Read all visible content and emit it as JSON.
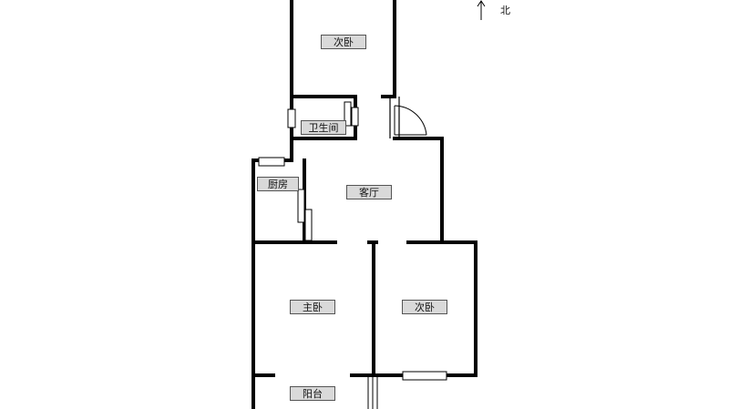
{
  "compass": {
    "label": "北"
  },
  "rooms": {
    "second_bedroom_north": "次卧",
    "bathroom": "卫生间",
    "kitchen": "厨房",
    "living_room": "客厅",
    "master_bedroom": "主卧",
    "second_bedroom_south": "次卧",
    "balcony": "阳台"
  }
}
